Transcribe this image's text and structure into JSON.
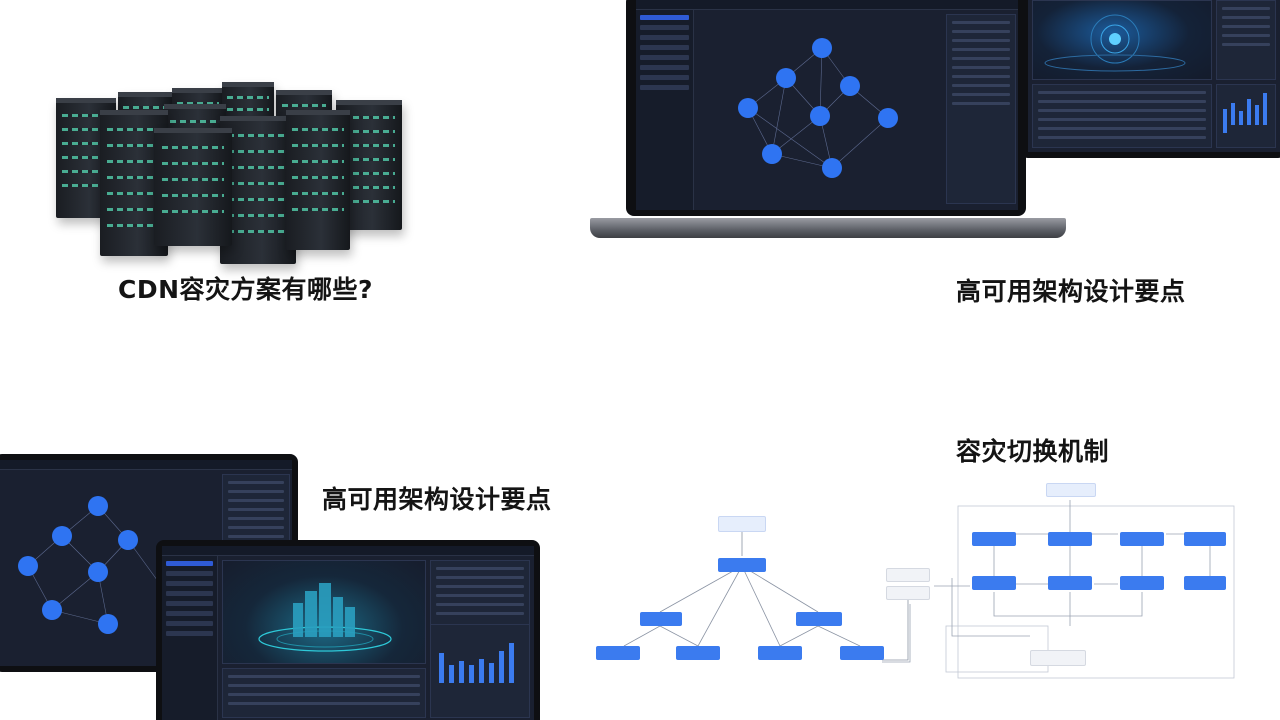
{
  "titles": {
    "cdn": "CDN容灾方案有哪些?",
    "ha_top": "高可用架构设计要点",
    "ha_bottom": "高可用架构设计要点",
    "failover": "容灾切换机制"
  },
  "colors": {
    "screen_bg": "#1a2030",
    "accent_blue": "#3b7bef",
    "rack_led": "#50c4a4"
  },
  "icons": {
    "server": "server-rack-icon",
    "graph_node": "network-node-icon"
  }
}
